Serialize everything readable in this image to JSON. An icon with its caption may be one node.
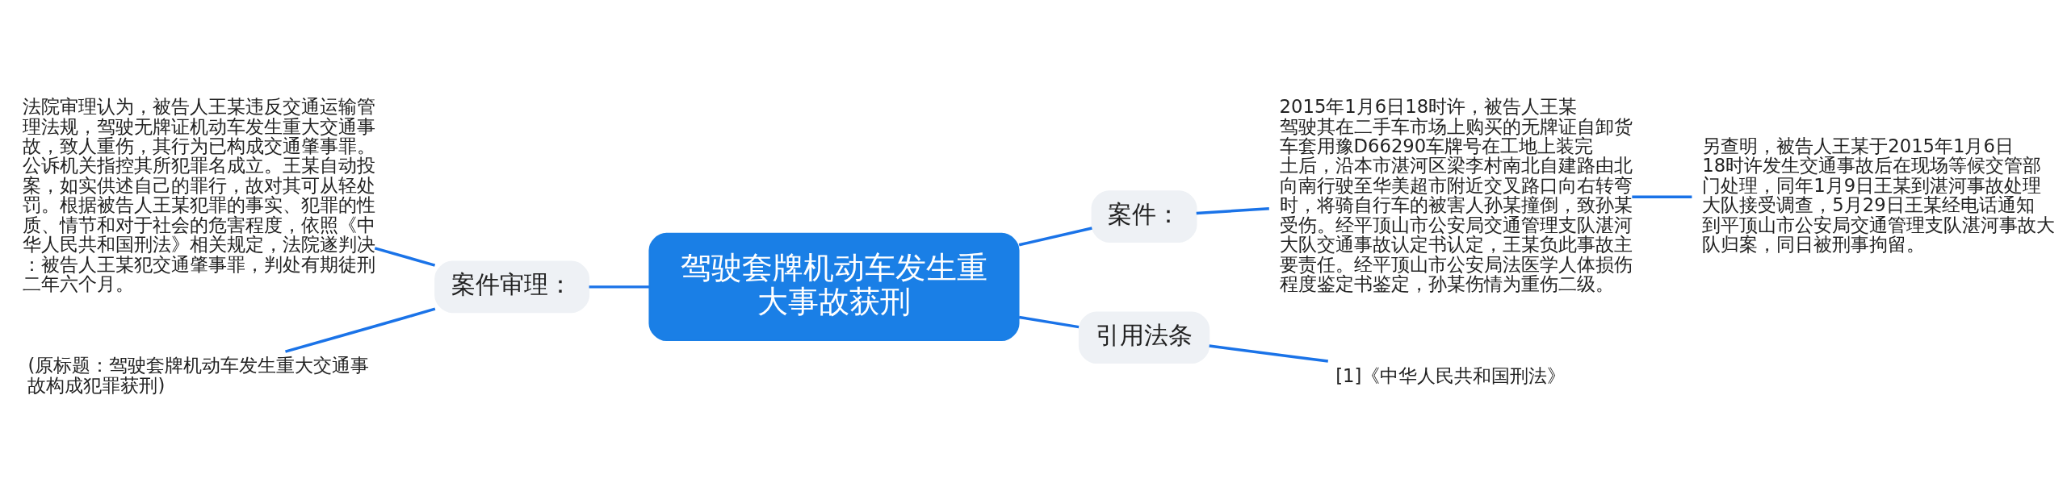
{
  "diagram": {
    "nodes": [
      {
        "text": [
          "驾驶套牌机动车发生重大事故获刑"
        ]
      },
      {
        "text": [
          "案件审理："
        ]
      },
      {
        "text": [
          "法院审理认为，被告人王某违反交通运输管理法规，驾驶无牌证机动车发生重大交通事故，致人重伤，其行为已构成交通肇事罪。公诉机关指控其所犯罪名成立。王某自动投案，如实供述自己的罪行，故对其可从轻处罚。根据被告人王某犯罪的事实、犯罪的性质、情节和对于社会的危害程度，依照《中华人民共和国刑法》相关规定，法院遂判决：被告人王某犯交通肇事罪，判处有期徒刑二年六个月。"
        ]
      },
      {
        "text": [
          "(原标题：驾驶套牌机动车发生重大交通事故构成犯罪获刑)"
        ]
      },
      {
        "text": [
          "案件："
        ]
      },
      {
        "text": [
          "2015年1月6日18时许，被告人王某驾驶其在二手车市场上购买的无牌证自卸货车套用豫D66290车牌号在工地上装完土后，沿本市湛河区梁李村南北自建路由北向南行驶至华美超市附近交叉路口向右转弯时，将骑自行车的被害人孙某撞倒，致孙某受伤。经平顶山市公安局交通管理支队湛河大队交通事故认定书认定，王某负此事故主要责任。经平顶山市公安局法医学人体损伤程度鉴定书鉴定，孙某伤情为重伤二级。"
        ]
      },
      {
        "text": [
          "另查明，被告人王某于2015年1月6日18时许发生交通事故后在现场等候交管部门处理，同年1月9日王某到湛河事故处理大队接受调查，5月29日王某经电话通知到平顶山市公安局交通管理支队湛河事故大队归案，同日被刑事拘留。"
        ]
      },
      {
        "text": [
          "引用法条"
        ]
      },
      {
        "text": [
          "[1]《中华人民共和国刑法》"
        ]
      }
    ],
    "edges": [
      {
        "from": 0,
        "to": 1,
        "arrow": "none"
      },
      {
        "from": 1,
        "to": 2,
        "arrow": "none"
      },
      {
        "from": 1,
        "to": 3,
        "arrow": "none"
      },
      {
        "from": 0,
        "to": 4,
        "arrow": "none"
      },
      {
        "from": 4,
        "to": 5,
        "arrow": "none"
      },
      {
        "from": 5,
        "to": 6,
        "arrow": "none"
      },
      {
        "from": 0,
        "to": 7,
        "arrow": "none"
      },
      {
        "from": 7,
        "to": 8,
        "arrow": "none"
      }
    ]
  }
}
